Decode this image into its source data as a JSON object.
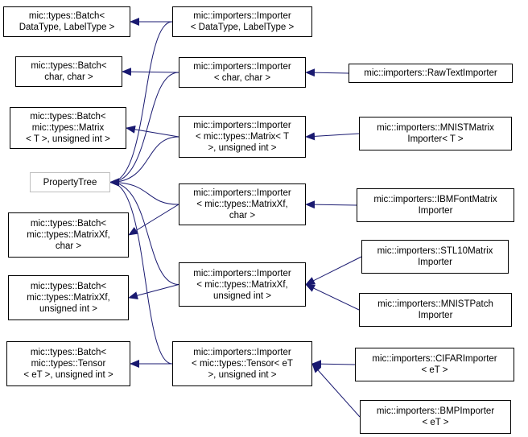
{
  "diagram": {
    "edge_color": "#191970",
    "nodes": {
      "property_tree": [
        "PropertyTree"
      ],
      "batch_datatype": [
        "mic::types::Batch<",
        "DataType, LabelType >"
      ],
      "batch_char": [
        "mic::types::Batch<",
        "char, char >"
      ],
      "batch_matrix": [
        "mic::types::Batch<",
        "mic::types::Matrix",
        "< T >, unsigned int >"
      ],
      "batch_matrixxf_char": [
        "mic::types::Batch<",
        "mic::types::MatrixXf,",
        "char >"
      ],
      "batch_matrixxf_uint": [
        "mic::types::Batch<",
        "mic::types::MatrixXf,",
        "unsigned int >"
      ],
      "batch_tensor": [
        "mic::types::Batch<",
        "mic::types::Tensor",
        "< eT >, unsigned int >"
      ],
      "importer_datatype": [
        "mic::importers::Importer",
        "< DataType, LabelType >"
      ],
      "importer_char": [
        "mic::importers::Importer",
        "< char, char >"
      ],
      "importer_matrix": [
        "mic::importers::Importer",
        "< mic::types::Matrix< T",
        ">, unsigned int >"
      ],
      "importer_matrixxf_char": [
        "mic::importers::Importer",
        "< mic::types::MatrixXf,",
        "char >"
      ],
      "importer_matrixxf_uint": [
        "mic::importers::Importer",
        "< mic::types::MatrixXf,",
        "unsigned int >"
      ],
      "importer_tensor": [
        "mic::importers::Importer",
        "< mic::types::Tensor< eT",
        ">, unsigned int >"
      ],
      "raw_text_importer": [
        "mic::importers::RawTextImporter"
      ],
      "mnist_matrix_importer": [
        "mic::importers::MNISTMatrix",
        "Importer< T >"
      ],
      "ibm_font_matrix_importer": [
        "mic::importers::IBMFontMatrix",
        "Importer"
      ],
      "stl10_matrix_importer": [
        "mic::importers::STL10Matrix",
        "Importer"
      ],
      "mnist_patch_importer": [
        "mic::importers::MNISTPatch",
        "Importer"
      ],
      "cifar_importer": [
        "mic::importers::CIFARImporter",
        "< eT >"
      ],
      "bmp_importer": [
        "mic::importers::BMPImporter",
        "< eT >"
      ]
    },
    "edges": [
      {
        "from": "importer_datatype",
        "to": "batch_datatype"
      },
      {
        "from": "importer_datatype",
        "to": "property_tree"
      },
      {
        "from": "importer_char",
        "to": "batch_char"
      },
      {
        "from": "importer_char",
        "to": "property_tree"
      },
      {
        "from": "importer_matrix",
        "to": "batch_matrix"
      },
      {
        "from": "importer_matrix",
        "to": "property_tree"
      },
      {
        "from": "importer_matrixxf_char",
        "to": "batch_matrixxf_char"
      },
      {
        "from": "importer_matrixxf_char",
        "to": "property_tree"
      },
      {
        "from": "importer_matrixxf_uint",
        "to": "batch_matrixxf_uint"
      },
      {
        "from": "importer_matrixxf_uint",
        "to": "property_tree"
      },
      {
        "from": "importer_tensor",
        "to": "batch_tensor"
      },
      {
        "from": "importer_tensor",
        "to": "property_tree"
      },
      {
        "from": "raw_text_importer",
        "to": "importer_char"
      },
      {
        "from": "mnist_matrix_importer",
        "to": "importer_matrix"
      },
      {
        "from": "ibm_font_matrix_importer",
        "to": "importer_matrixxf_char"
      },
      {
        "from": "stl10_matrix_importer",
        "to": "importer_matrixxf_uint"
      },
      {
        "from": "mnist_patch_importer",
        "to": "importer_matrixxf_uint"
      },
      {
        "from": "cifar_importer",
        "to": "importer_tensor"
      },
      {
        "from": "bmp_importer",
        "to": "importer_tensor"
      }
    ]
  }
}
